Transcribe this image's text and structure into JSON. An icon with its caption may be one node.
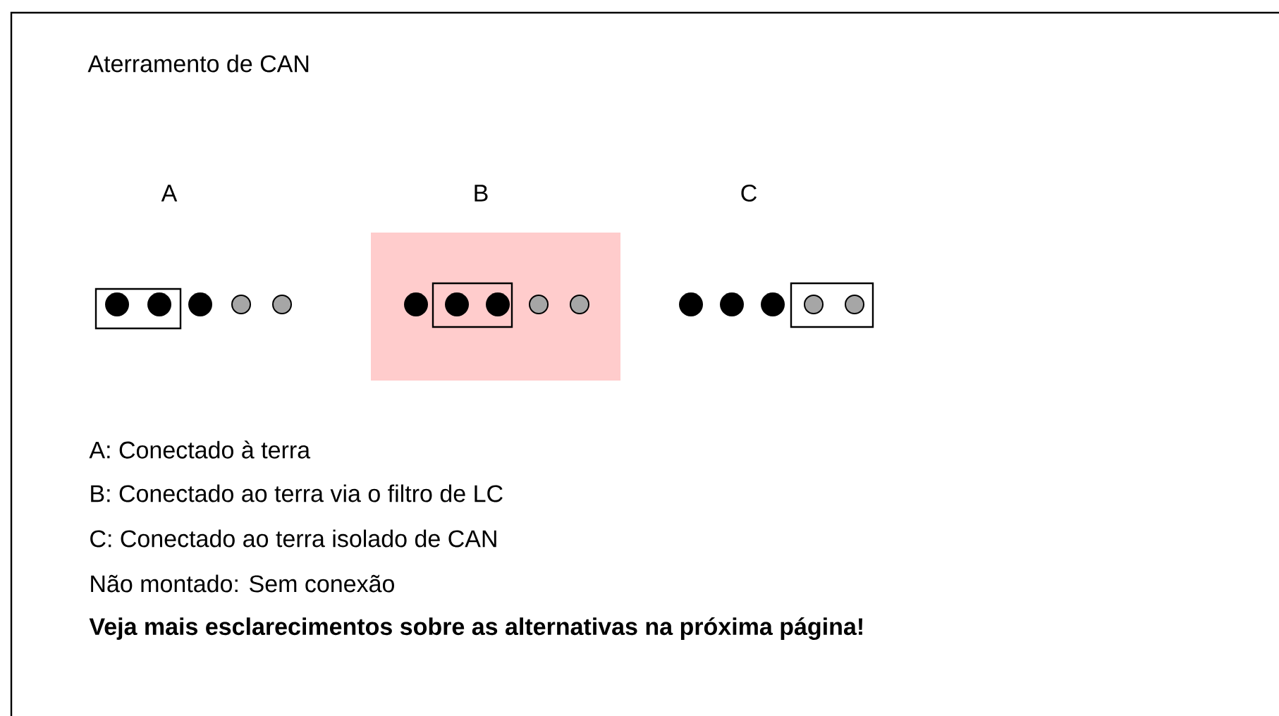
{
  "diagram": {
    "title": "Aterramento de CAN",
    "labels": [
      "A",
      "B",
      "C",
      "A: Conectado à terra",
      "B: Conectado ao terra via o filtro de LC",
      "C: Conectado ao terra isolado de CAN",
      "Não montado: Sem conexão",
      "Veja mais esclarecimentos sobre as alternativas na próxima página!"
    ]
  }
}
